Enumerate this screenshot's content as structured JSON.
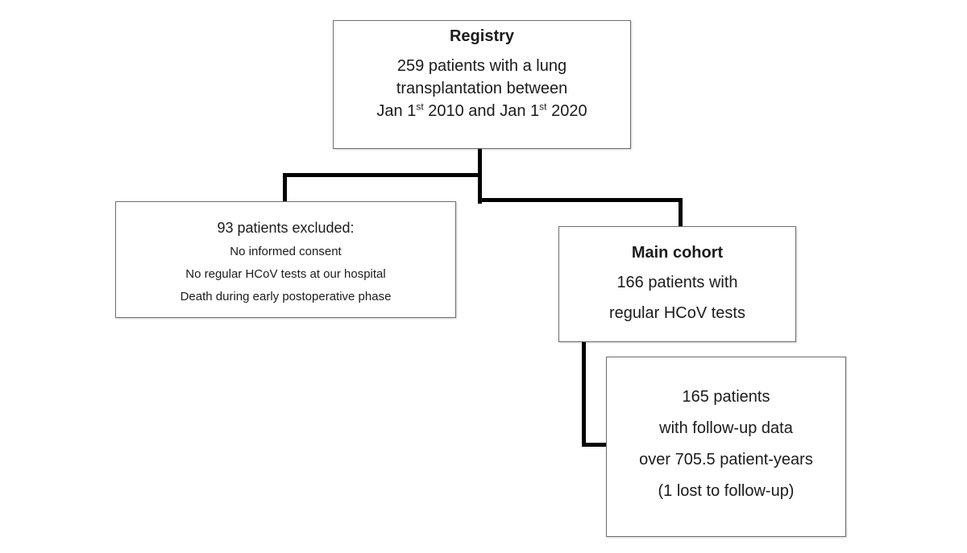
{
  "flowchart": {
    "colors": {
      "background": "#ffffff",
      "box_border": "#6e6e6e",
      "connector_line": "#000000",
      "text": "#1b1b1b"
    },
    "registry": {
      "title": "Registry",
      "line1": "259 patients with a lung",
      "line2": "transplantation between",
      "line3": {
        "a": "Jan 1",
        "a_sup": "st",
        "b": " 2010 and Jan 1",
        "b_sup": "st",
        "c": " 2020"
      }
    },
    "excluded": {
      "title": "93 patients excluded:",
      "items": [
        "No informed consent",
        "No regular HCoV tests at our hospital",
        "Death during early postoperative phase"
      ]
    },
    "main_cohort": {
      "title": "Main cohort",
      "line1": "166 patients with",
      "line2": "regular HCoV tests"
    },
    "follow_up": {
      "lines": [
        "165 patients",
        "with follow-up data",
        "over 705.5 patient-years",
        "(1 lost to follow-up)"
      ]
    }
  }
}
